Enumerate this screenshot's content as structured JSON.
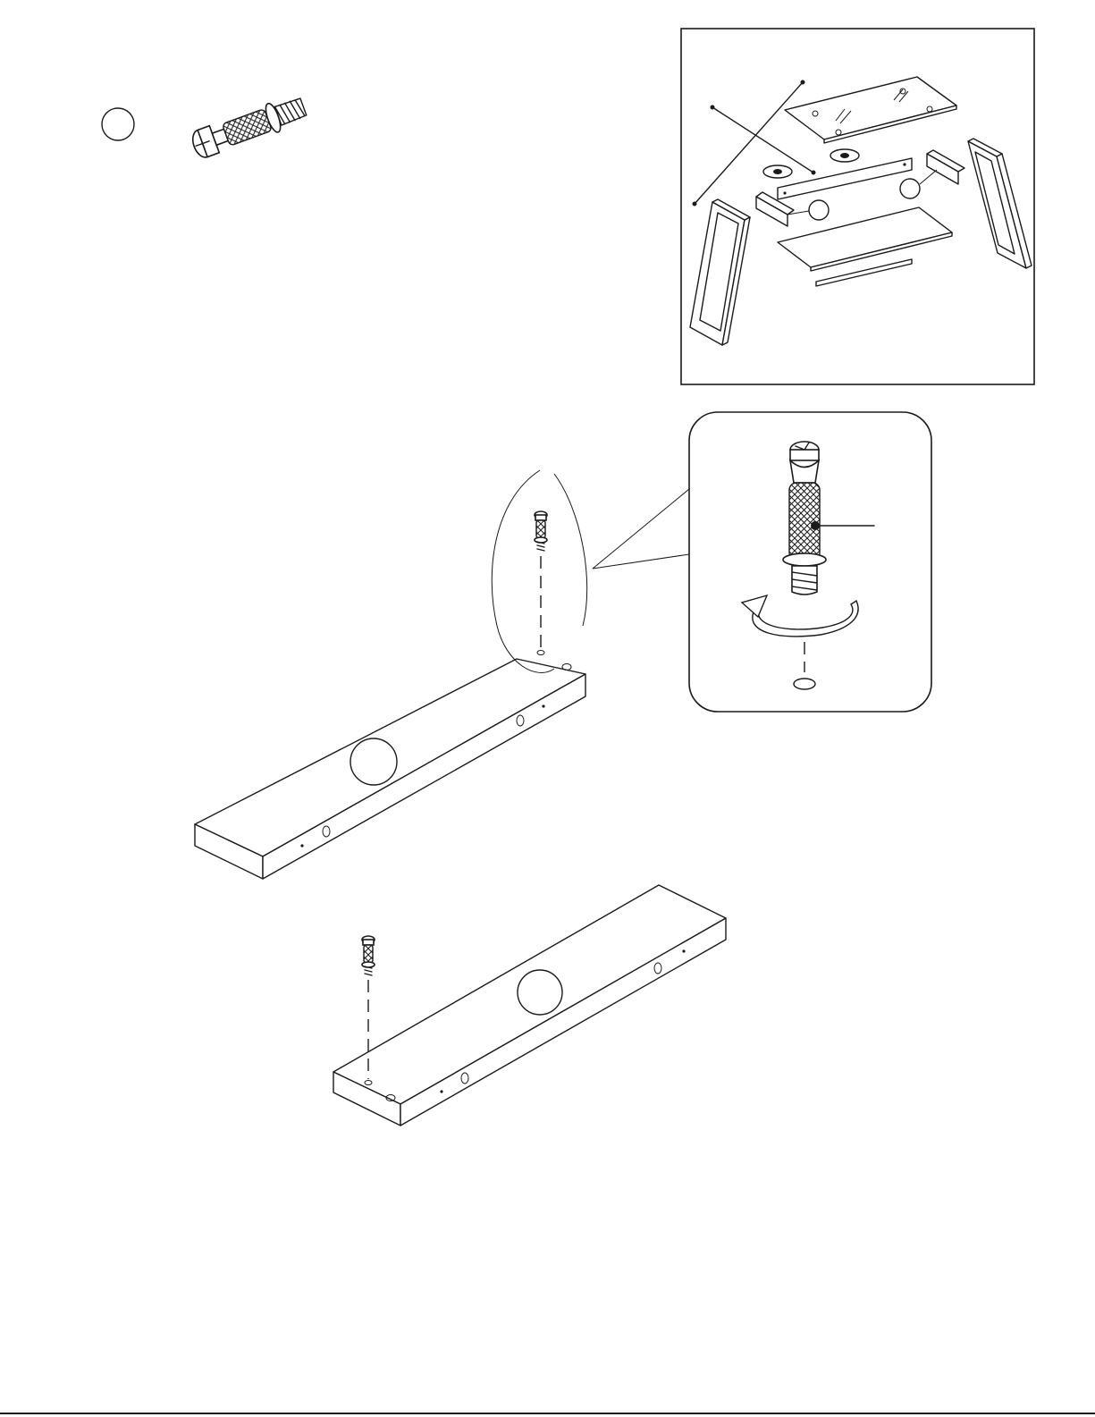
{
  "diagram": {
    "type": "furniture-assembly-step",
    "components": [
      {
        "id": "part-callout",
        "label": ""
      },
      {
        "id": "exploded-overview",
        "label": ""
      },
      {
        "id": "board-1",
        "label": ""
      },
      {
        "id": "board-2",
        "label": ""
      },
      {
        "id": "detail-zoom",
        "label": ""
      }
    ],
    "callout_labels": {
      "hardware_part": "",
      "overview_part_left": "",
      "overview_part_right": "",
      "board_1": "",
      "board_2": "",
      "detail_pointer": ""
    },
    "colors": {
      "line": "#1a1a1a",
      "background": "#ffffff"
    }
  }
}
